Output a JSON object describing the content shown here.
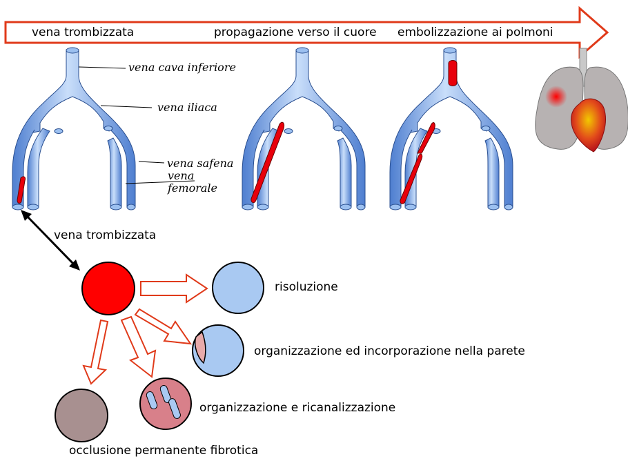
{
  "header": {
    "stage1": "vena trombizzata",
    "stage2": "propagazione verso il cuore",
    "stage3": "embolizzazione ai polmoni"
  },
  "vein_labels": {
    "cava": "vena cava inferiore",
    "iliaca": "vena iliaca",
    "safena": "vena safena",
    "femorale_1": "vena",
    "femorale_2": "femorale"
  },
  "thrombus_label": "vena trombizzata",
  "outcomes": {
    "risoluzione": "risoluzione",
    "organizzazione_parete": "organizzazione ed incorporazione nella parete",
    "ricanalizzazione": "organizzazione e ricanalizzazione",
    "occlusione": "occlusione permanente fibrotica"
  },
  "colors": {
    "arrow_outline": "#e03a1a",
    "thrombus": "#e8000b",
    "vein": "#7fb2f0",
    "resolved": "#a9c9f2",
    "fibrotic": "#a89090",
    "recanalized": "#d8808a"
  }
}
